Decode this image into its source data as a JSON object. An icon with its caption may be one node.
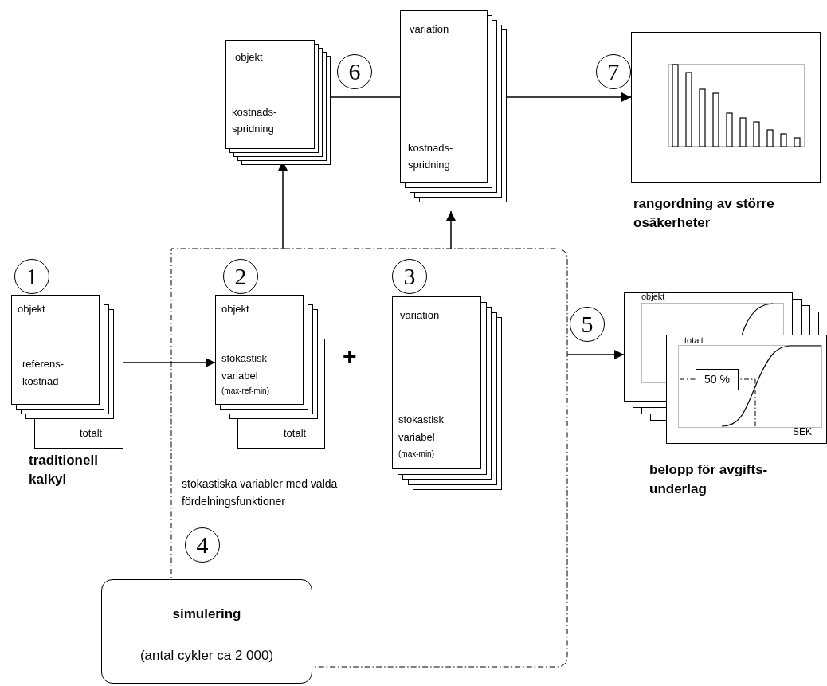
{
  "diagram": {
    "nodes": [
      {
        "text": [
          "objekt",
          "referens- kostnad",
          "totalt"
        ],
        "beside": [
          "traditionell kalkyl"
        ]
      },
      {
        "text": [
          "stokastiska variabler med valda fördelningsfunktioner"
        ]
      },
      {
        "text": [
          "objekt",
          "stokastisk variabel",
          "(max-ref-min)",
          "totalt"
        ],
        "in": 1
      },
      {
        "text": [
          "variation",
          "stokastisk variabel",
          "(max-min)"
        ],
        "in": 1
      },
      {
        "text": [
          "simulering",
          "(antal cykler ca 2 000)"
        ]
      },
      {
        "text": [
          "objekt",
          "kostnads- spridning"
        ]
      },
      {
        "text": [
          "variation",
          "kostnads- spridning"
        ]
      },
      {
        "text": [],
        "shape": "picture",
        "beside": [
          "rangordning av större osäkerheter"
        ]
      },
      {
        "text": [
          "objekt",
          "totalt",
          "50 %",
          "SEK"
        ],
        "beside": [
          "belopp för avgifts- underlag"
        ]
      }
    ],
    "edges": [
      {
        "from": 0,
        "to": 2,
        "arrow": "to"
      },
      {
        "from": 1,
        "to": 5,
        "arrow": "to"
      },
      {
        "from": 1,
        "to": 6,
        "arrow": "to"
      },
      {
        "from": 5,
        "to": 6,
        "arrow": "none"
      },
      {
        "from": 6,
        "to": 7,
        "arrow": "to"
      },
      {
        "from": 1,
        "to": 8,
        "arrow": "to"
      }
    ],
    "labels": [
      "6",
      "7",
      "1",
      "2",
      "3",
      "5",
      "+",
      "4"
    ]
  }
}
